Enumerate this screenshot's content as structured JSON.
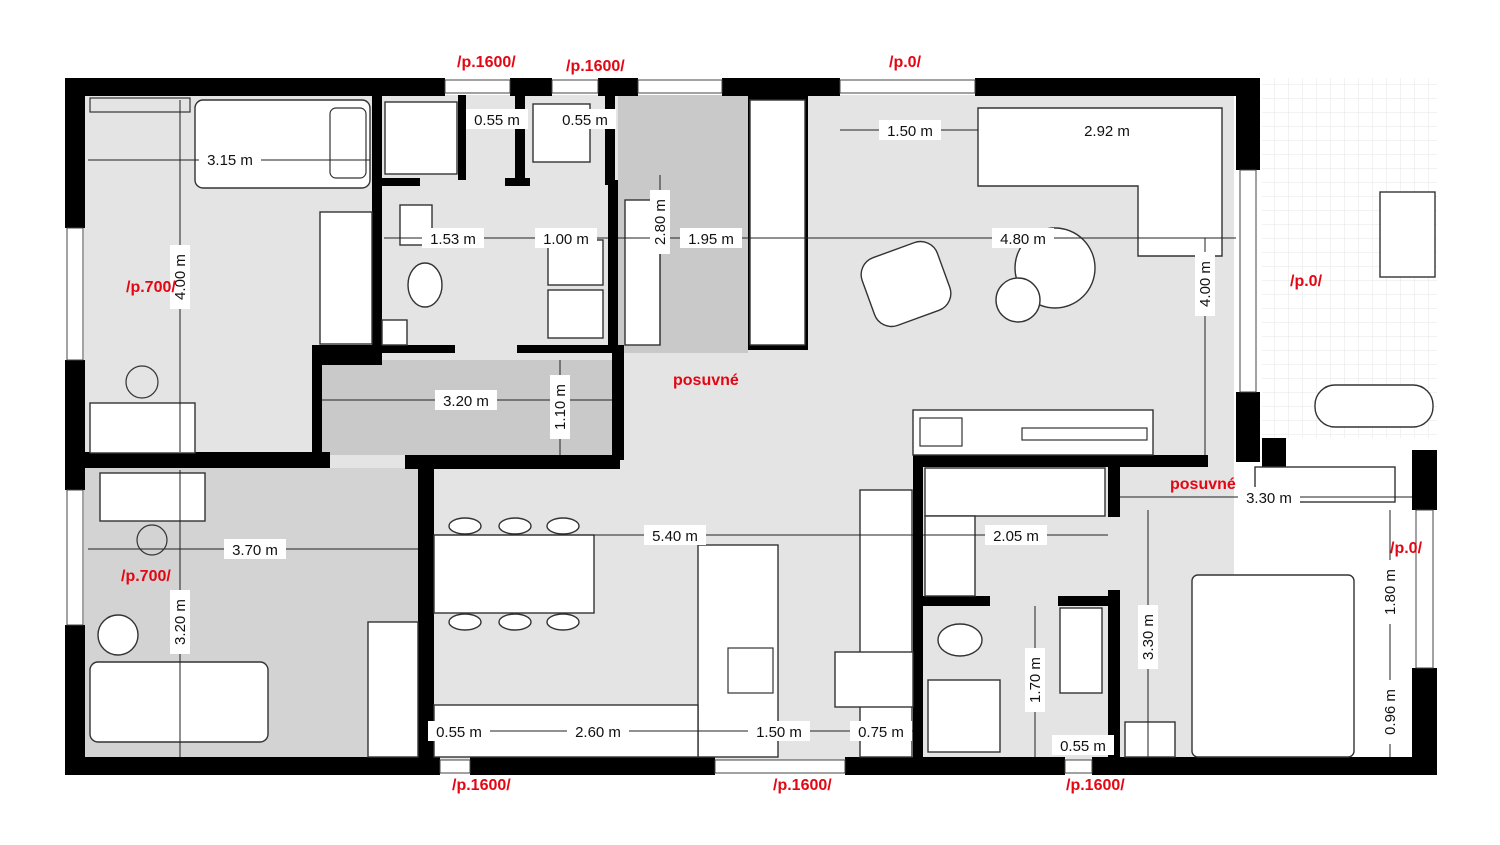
{
  "plan": {
    "colors": {
      "floor": "#e4e4e4",
      "dark_floor": "#c9c9c9",
      "wall": "#000000",
      "annotation": "#e30613",
      "terrace_grid": "#e6e6e6"
    },
    "annotations": [
      {
        "id": "w-top-1",
        "text": "/p.1600/"
      },
      {
        "id": "w-top-2",
        "text": "/p.1600/"
      },
      {
        "id": "w-top-3",
        "text": "/p.0/"
      },
      {
        "id": "w-left-1",
        "text": "/p.700/"
      },
      {
        "id": "w-left-2",
        "text": "/p.700/"
      },
      {
        "id": "w-right-1",
        "text": "/p.0/"
      },
      {
        "id": "w-right-2",
        "text": "/p.0/"
      },
      {
        "id": "w-bottom-1",
        "text": "/p.1600/"
      },
      {
        "id": "w-bottom-2",
        "text": "/p.1600/"
      },
      {
        "id": "w-bottom-3",
        "text": "/p.1600/"
      },
      {
        "id": "sliding-1",
        "text": "posuvné"
      },
      {
        "id": "sliding-2",
        "text": "posuvné"
      }
    ],
    "dimensions": [
      {
        "id": "bed1-width",
        "text": "3.15 m"
      },
      {
        "id": "bed1-depth",
        "text": "4.00 m"
      },
      {
        "id": "wc-top-width",
        "text": "0.55 m"
      },
      {
        "id": "laundry-top-width",
        "text": "0.55 m"
      },
      {
        "id": "bath-width",
        "text": "1.53 m"
      },
      {
        "id": "utility-width",
        "text": "1.00 m"
      },
      {
        "id": "closet-depth",
        "text": "2.80 m"
      },
      {
        "id": "entry-width",
        "text": "1.95 m"
      },
      {
        "id": "sofa-gap",
        "text": "1.50 m"
      },
      {
        "id": "sofa-length",
        "text": "2.92 m"
      },
      {
        "id": "living-width",
        "text": "4.80 m"
      },
      {
        "id": "living-depth",
        "text": "4.00 m"
      },
      {
        "id": "hall-width",
        "text": "3.20 m"
      },
      {
        "id": "hall-depth",
        "text": "1.10 m"
      },
      {
        "id": "bed2-width",
        "text": "3.70 m"
      },
      {
        "id": "bed2-depth",
        "text": "3.20 m"
      },
      {
        "id": "dining-width",
        "text": "5.40 m"
      },
      {
        "id": "pantry-width",
        "text": "2.05 m"
      },
      {
        "id": "master-width",
        "text": "3.30 m"
      },
      {
        "id": "master-depth",
        "text": "3.30 m"
      },
      {
        "id": "master-door",
        "text": "1.80 m"
      },
      {
        "id": "master-corner",
        "text": "0.96 m"
      },
      {
        "id": "wc2-depth",
        "text": "1.70 m"
      },
      {
        "id": "kitchen-side",
        "text": "0.55 m"
      },
      {
        "id": "kitchen-run",
        "text": "2.60 m"
      },
      {
        "id": "island-gap",
        "text": "1.50 m"
      },
      {
        "id": "fridge-width",
        "text": "0.75 m"
      },
      {
        "id": "wc2-bottom",
        "text": "0.55 m"
      }
    ]
  }
}
